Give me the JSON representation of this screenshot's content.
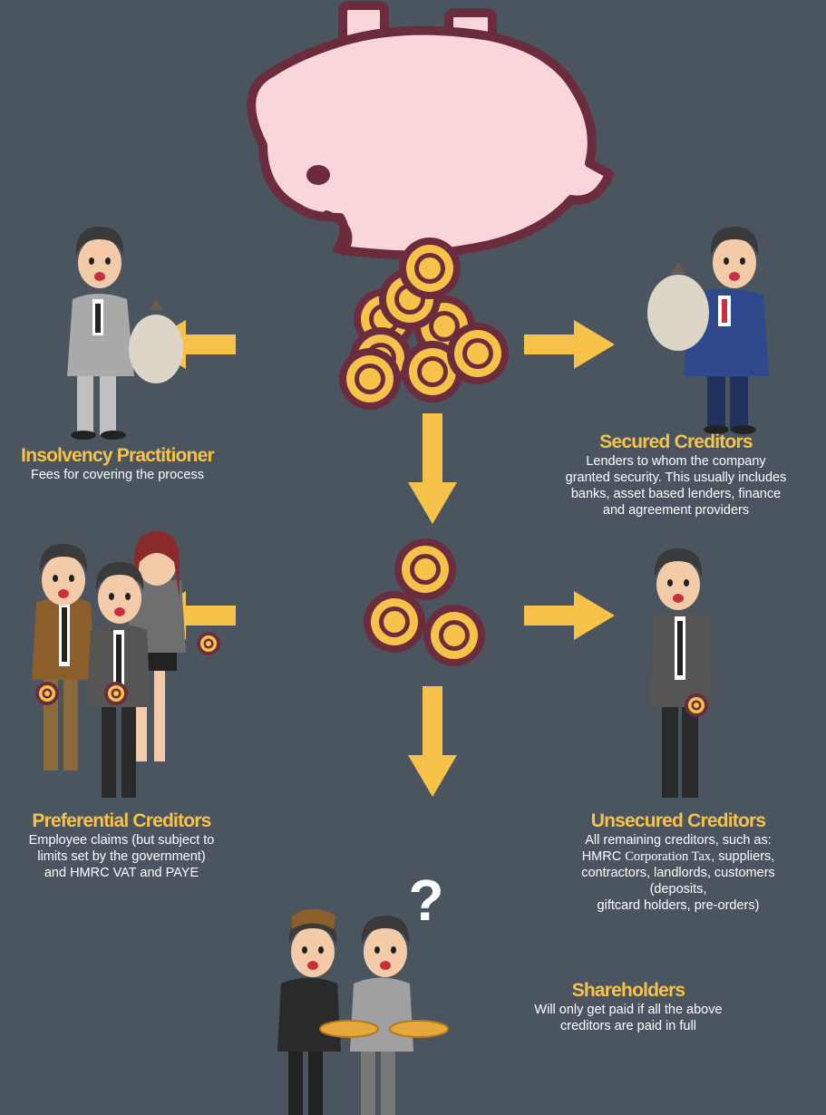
{
  "colors": {
    "background": "#4b5560",
    "accent": "#f7c24a",
    "coin_outline": "#6b2d3e",
    "piggy_bank": "#f9d6d9"
  },
  "insolvency_practitioner": {
    "title": "Insolvency Practitioner",
    "desc": [
      "Fees for covering the process"
    ]
  },
  "secured_creditors": {
    "title": "Secured Creditors",
    "desc": [
      "Lenders to whom the company",
      "granted security. This usually includes",
      "banks, asset based lenders, finance",
      "and agreement providers"
    ]
  },
  "preferential_creditors": {
    "title": "Preferential Creditors",
    "desc": [
      "Employee claims (but subject to",
      "limits set by the government)",
      "and HMRC VAT and PAYE"
    ]
  },
  "unsecured_creditors": {
    "title": "Unsecured Creditors",
    "desc_line1_prefix": "HMRC ",
    "desc_line1_serif": "Corporation Tax",
    "desc_line1_suffix": ", suppliers,",
    "desc": [
      "All remaining creditors, such as:",
      "contractors, landlords, customers",
      "(deposits,",
      "giftcard holders, pre-orders)"
    ]
  },
  "shareholders": {
    "title": "Shareholders",
    "desc": [
      "Will only get paid if all the above",
      "creditors are paid in full"
    ]
  },
  "question_mark": "?"
}
